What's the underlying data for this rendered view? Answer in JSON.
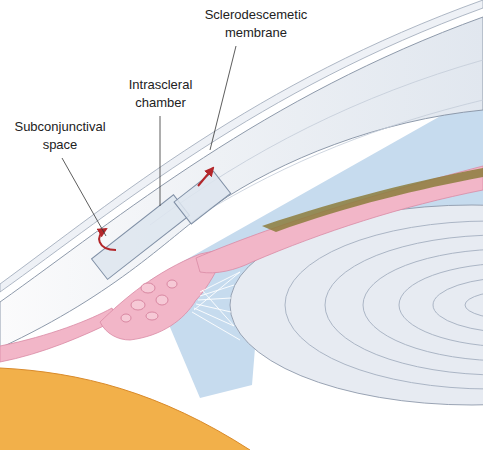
{
  "diagram": {
    "labels": [
      "Subconjunctival space",
      "Intrascleral chamber",
      "Sclerodescemetic membrane"
    ]
  }
}
